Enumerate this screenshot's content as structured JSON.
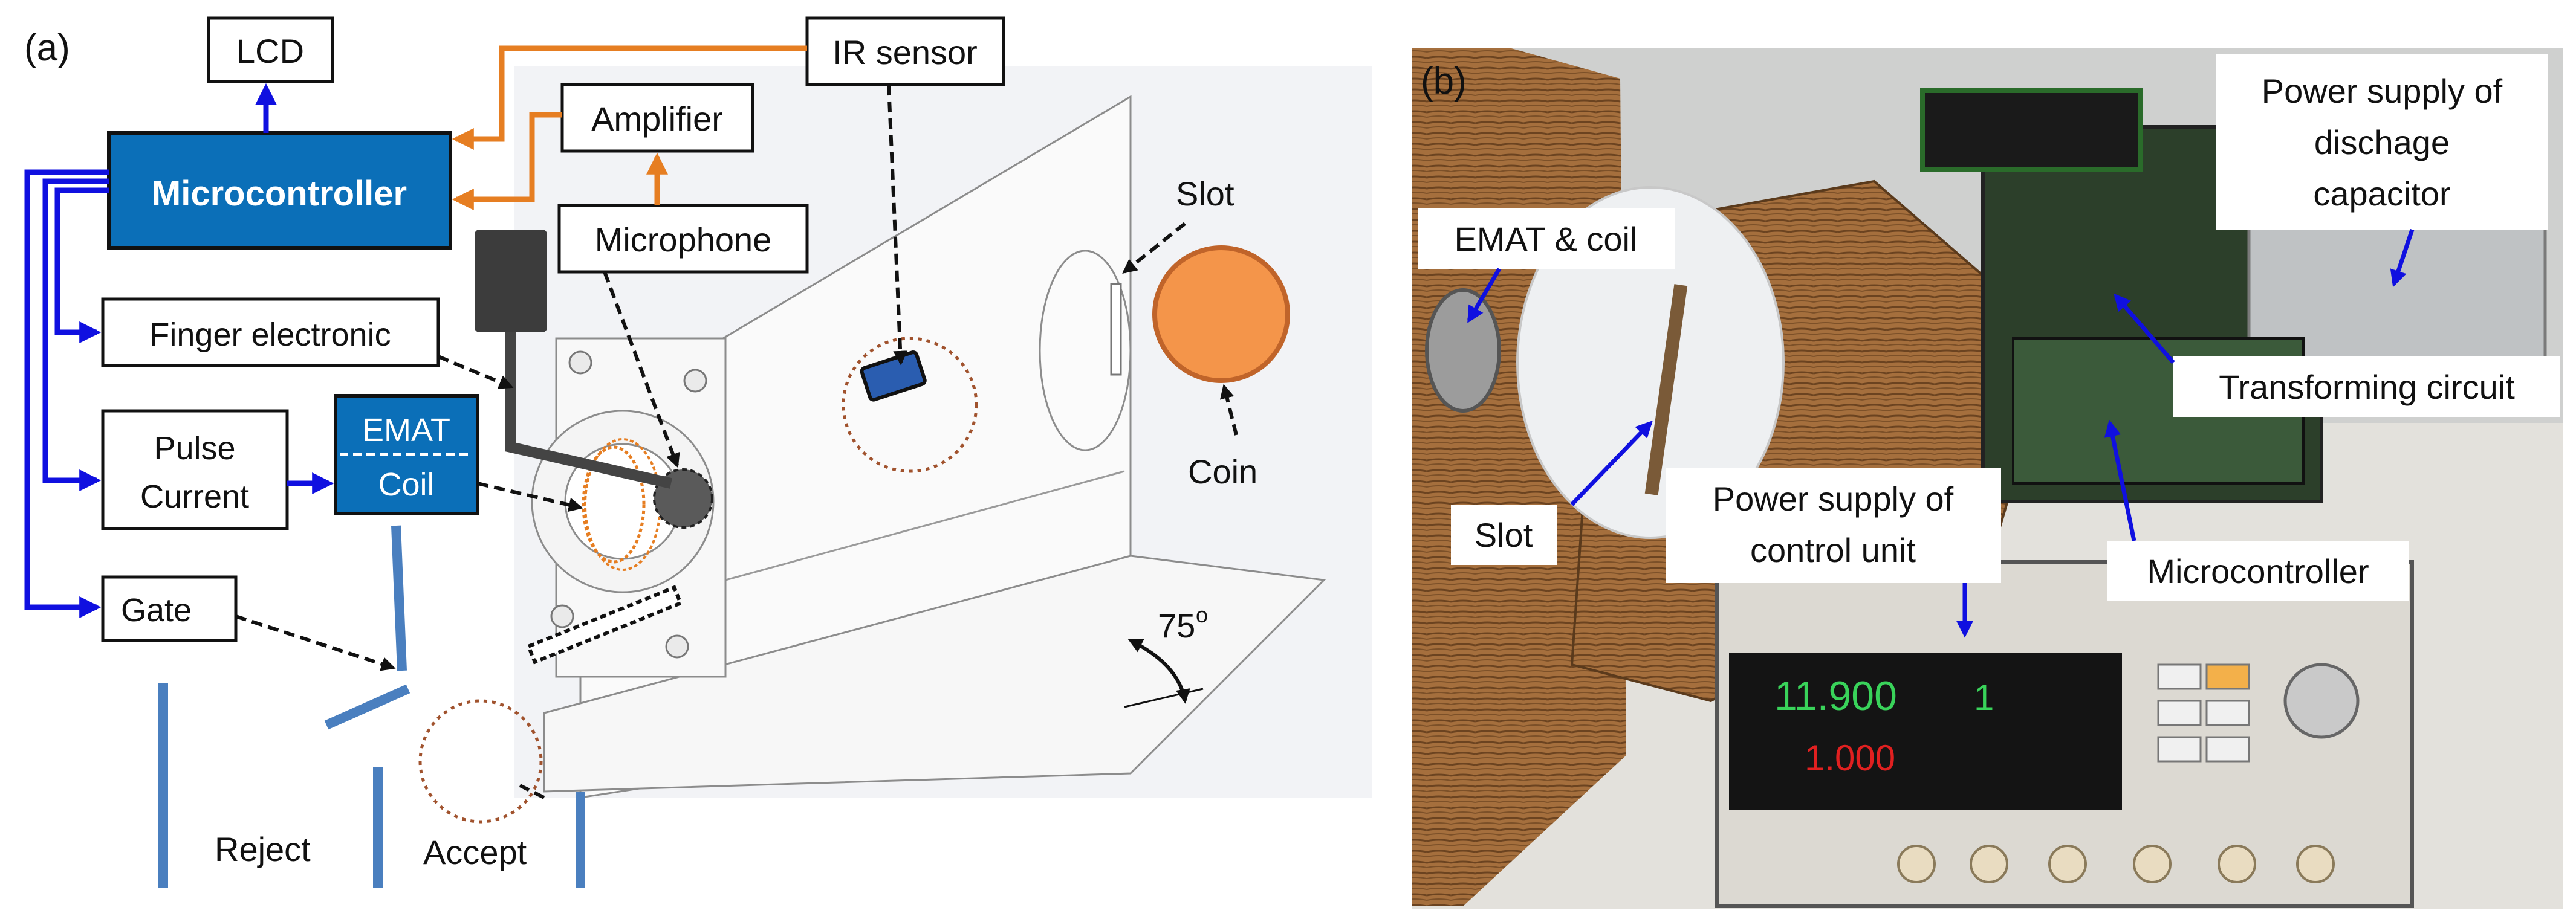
{
  "panel_a": {
    "label": "(a)",
    "boxes": {
      "lcd": "LCD",
      "microcontroller": "Microcontroller",
      "finger_electronic": "Finger electronic",
      "pulse_current_line1": "Pulse",
      "pulse_current_line2": "Current",
      "emat_line1": "EMAT",
      "emat_line2": "Coil",
      "gate": "Gate",
      "ir_sensor": "IR sensor",
      "amplifier": "Amplifier",
      "microphone": "Microphone"
    },
    "labels": {
      "slot": "Slot",
      "coin": "Coin",
      "angle_value": "75",
      "angle_unit": "o",
      "reject": "Reject",
      "accept": "Accept"
    }
  },
  "panel_b": {
    "label": "(b)",
    "callouts": {
      "emat_coil": "EMAT & coil",
      "slot": "Slot",
      "power_discharge_1": "Power supply of",
      "power_discharge_2": "dischage",
      "power_discharge_3": "capacitor",
      "transforming_circuit": "Transforming circuit",
      "power_control_1": "Power supply of",
      "power_control_2": "control unit",
      "microcontroller": "Microcontroller"
    },
    "psu_display": {
      "voltage": "11.900",
      "channel": "1",
      "current": "1.000"
    }
  },
  "colors": {
    "control_arrow": "#1010e0",
    "sensor_arrow": "#e67e22",
    "microcontroller_fill": "#0b6fb8",
    "coin_fill": "#f4954a",
    "coin_stroke": "#c0642a",
    "dotted_circle": "#a0522d",
    "chute_blue": "#4a7fbf"
  }
}
